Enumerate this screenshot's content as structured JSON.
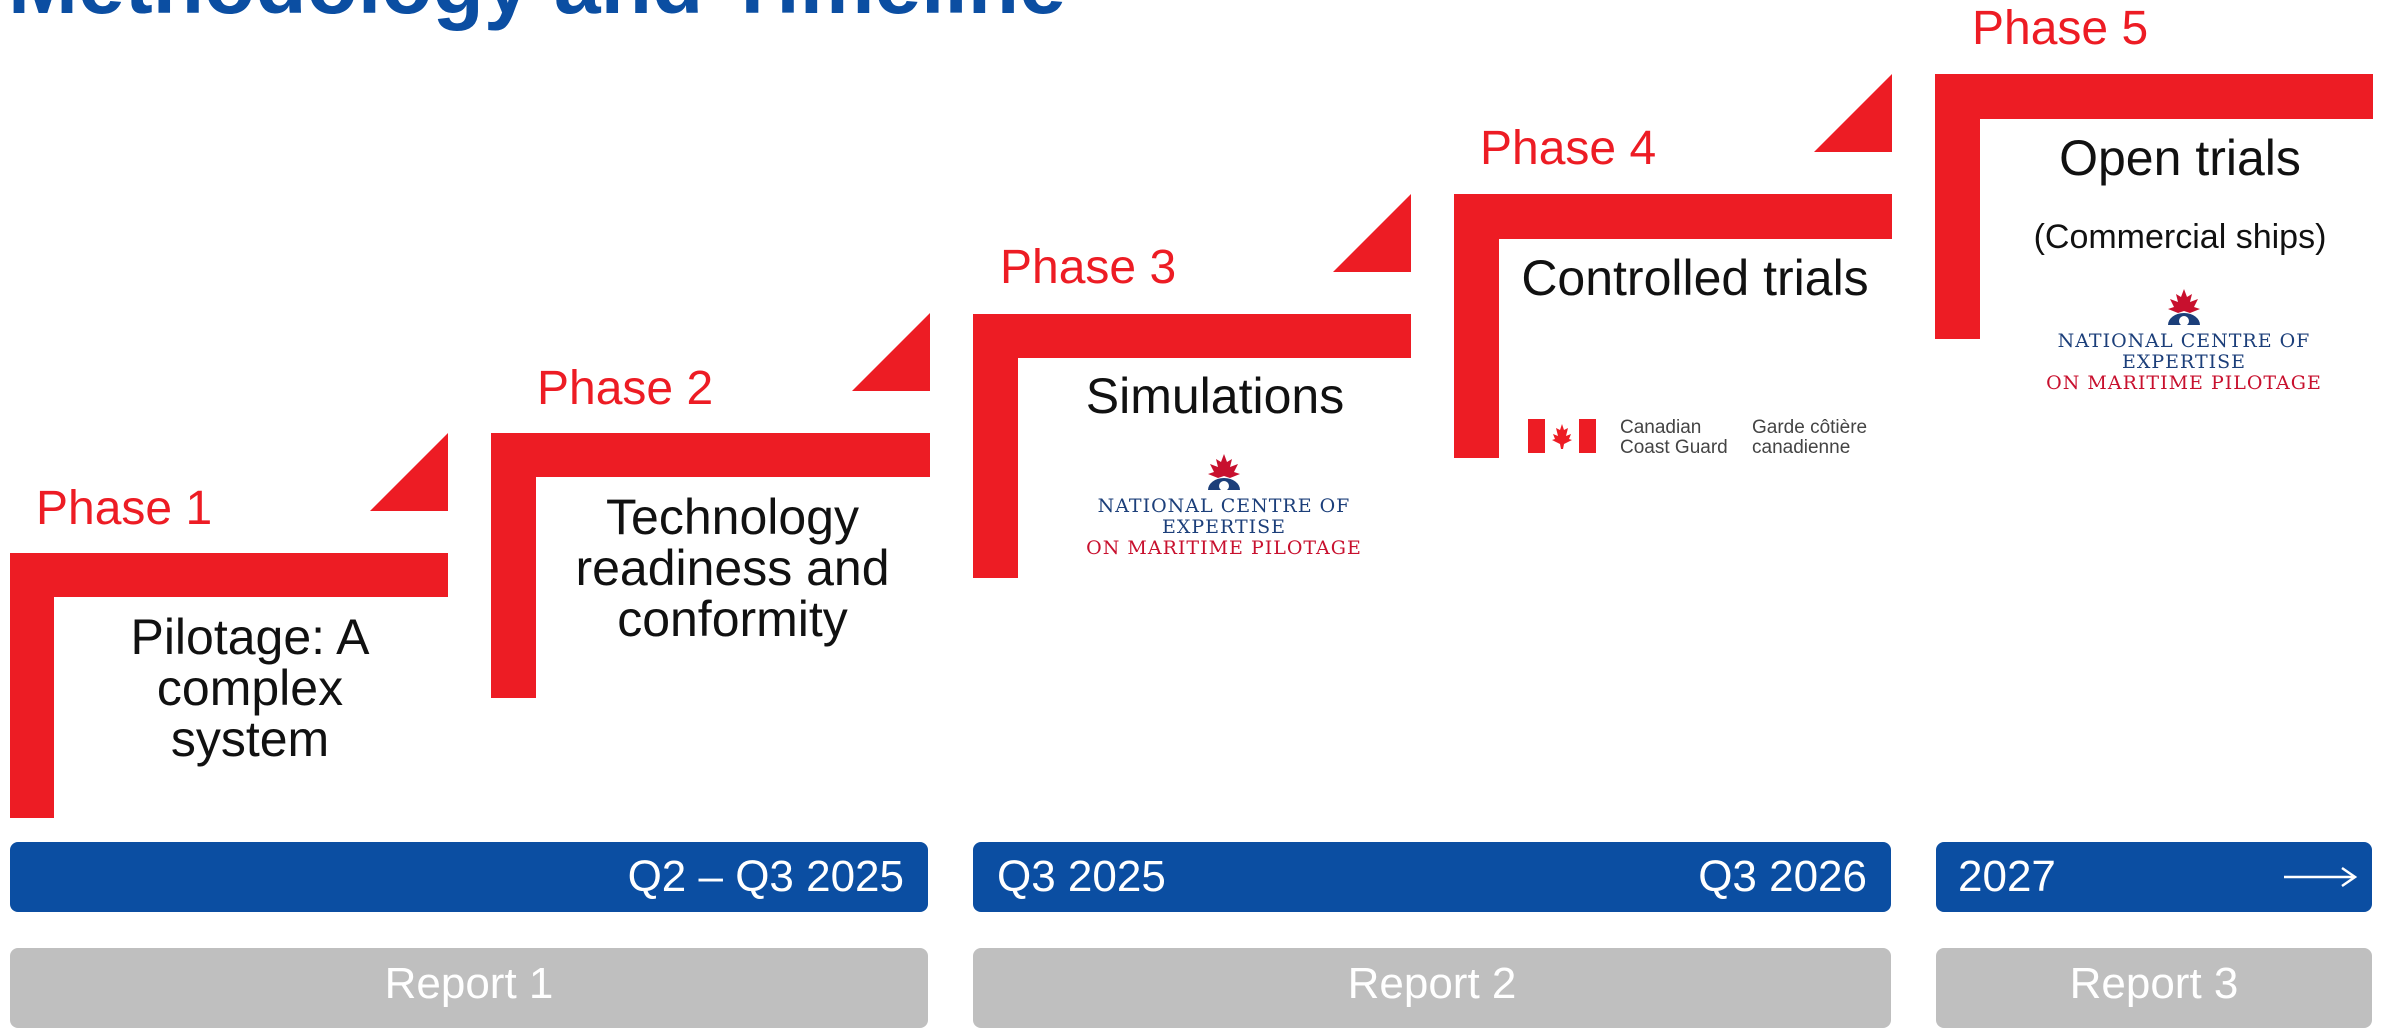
{
  "title": "Methodology and Timeline",
  "phases": [
    {
      "label": "Phase 1",
      "text": "Pilotage: A complex system"
    },
    {
      "label": "Phase 2",
      "text": "Technology readiness and conformity"
    },
    {
      "label": "Phase 3",
      "text": "Simulations"
    },
    {
      "label": "Phase 4",
      "text": "Controlled trials"
    },
    {
      "label": "Phase 5",
      "text": "Open trials",
      "subtext": "(Commercial ships)"
    }
  ],
  "timeline": {
    "bar1": "Q2 – Q3 2025",
    "bar2_start": "Q3 2025",
    "bar2_end": "Q3 2026",
    "bar3": "2027"
  },
  "reports": [
    "Report 1",
    "Report 2",
    "Report 3"
  ],
  "logos": {
    "ncem_line1": "NATIONAL CENTRE OF EXPERTISE",
    "ncem_line2": "ON MARITIME PILOTAGE",
    "ccg_en_line1": "Canadian",
    "ccg_en_line2": "Coast Guard",
    "ccg_fr_line1": "Garde côtière",
    "ccg_fr_line2": "canadienne"
  },
  "colors": {
    "accent_red": "#ed1c24",
    "brand_blue": "#0b4ea2",
    "report_gray": "#bfbfbf"
  }
}
